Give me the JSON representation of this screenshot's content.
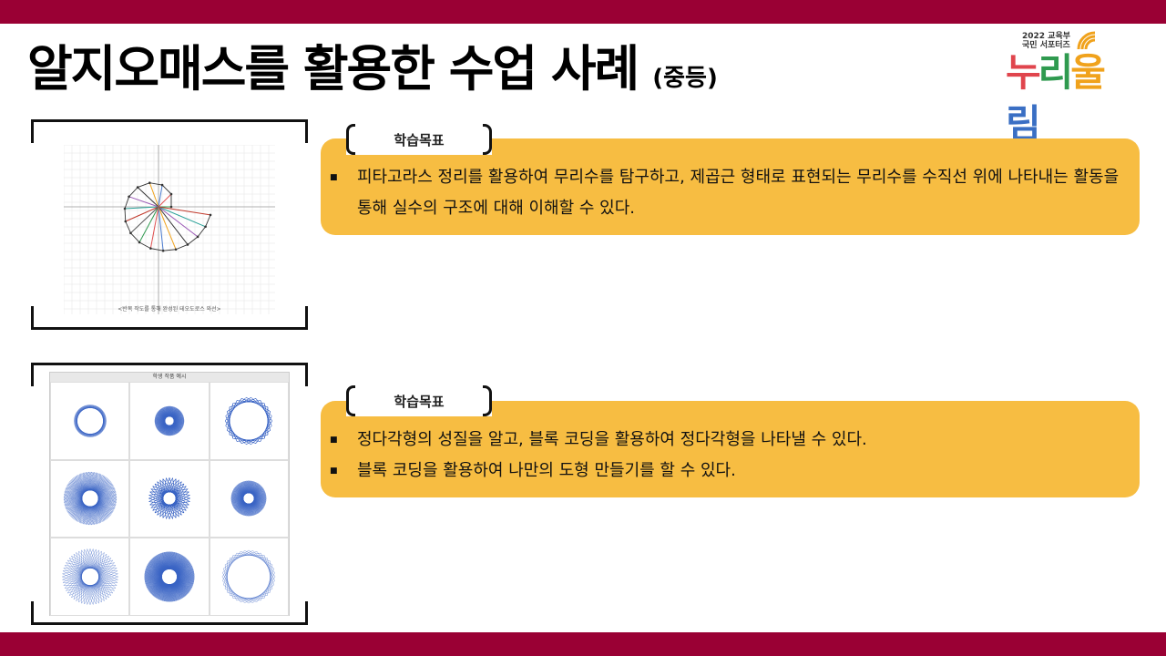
{
  "title": {
    "main": "알지오매스를 활용한 수업 사례",
    "sub": "(중등)"
  },
  "logo": {
    "line1": "2022 교육부",
    "line2": "국민 서포터즈",
    "name_parts": [
      "누",
      "리",
      "울",
      "림"
    ]
  },
  "case1": {
    "image_caption": "<반복 작도를 통해 완성된 테오도로스 와선>",
    "tag": "학습목표",
    "goals": [
      "피타고라스 정리를 활용하여 무리수를 탐구하고, 제곱근 형태로 표현되는 무리수를 수직선 위에 나타내는 활동을 통해 실수의 구조에 대해 이해할 수 있다."
    ]
  },
  "case2": {
    "image_title": "학생 작품 예시",
    "tag": "학습목표",
    "goals": [
      "정다각형의 성질을 알고, 블록 코딩을 활용하여 정다각형을 나타낼 수 있다.",
      "블록 코딩을 활용하여 나만의 도형 만들기를 할 수 있다."
    ]
  },
  "colors": {
    "accent_bar": "#9a0034",
    "goal_box": "#f7bd42",
    "pattern": "#3a63c4"
  },
  "icons": {
    "bullet": "square-bullet-icon",
    "logo": "wifi-icon"
  }
}
